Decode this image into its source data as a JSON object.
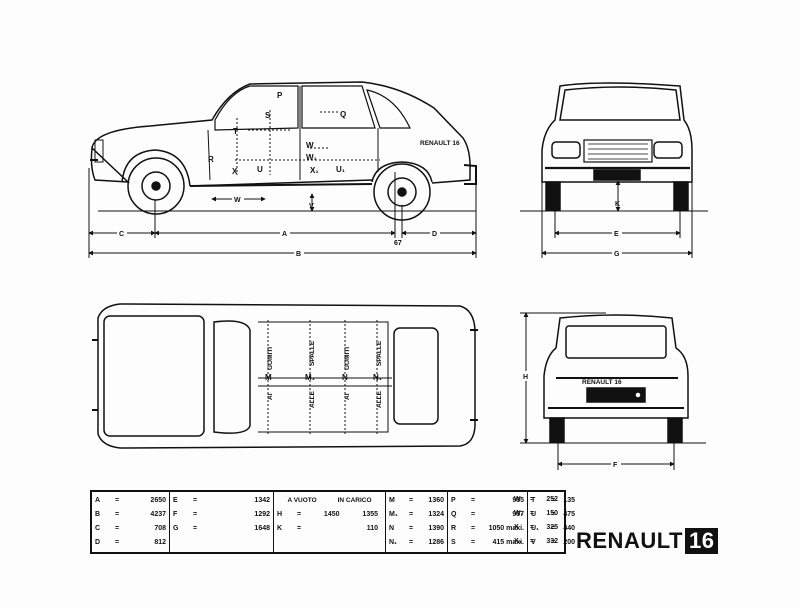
{
  "views": {
    "side": {
      "badge": "RENAULT 16",
      "points": [
        "P",
        "S",
        "Q",
        "T",
        "W",
        "W₁",
        "R",
        "X",
        "U",
        "X₁",
        "U₁"
      ],
      "dims": {
        "C": "C",
        "A": "A",
        "D": "D",
        "B": "B",
        "W": "W",
        "V": "V",
        "Z": "67"
      }
    },
    "front": {
      "dims": {
        "K": "K",
        "E": "E",
        "G": "G"
      }
    },
    "top": {
      "vertical_labels": [
        "AI",
        "GOMITI",
        "ALLE",
        "SPALLE",
        "AI",
        "GOMITI",
        "ALLE",
        "SPALLE"
      ],
      "points": [
        "M",
        "M₁",
        "N",
        "N₁"
      ]
    },
    "rear": {
      "badge": "RENAULT 16",
      "dims": {
        "H": "H",
        "F": "F"
      }
    }
  },
  "spec_table": {
    "col1": [
      {
        "k": "A",
        "v": "2650"
      },
      {
        "k": "B",
        "v": "4237"
      },
      {
        "k": "C",
        "v": "708"
      },
      {
        "k": "D",
        "v": "812"
      }
    ],
    "col2": [
      {
        "k": "E",
        "v": "1342"
      },
      {
        "k": "F",
        "v": "1292"
      },
      {
        "k": "G",
        "v": "1648"
      }
    ],
    "header_vuoto": "A VUOTO",
    "header_carico": "IN CARICO",
    "col3": [
      {
        "k": "H",
        "vuoto": "1450",
        "carico": "1355"
      },
      {
        "k": "K",
        "vuoto": "",
        "carico": "110"
      }
    ],
    "col4": [
      {
        "k": "M",
        "v": "1360"
      },
      {
        "k": "M₁",
        "v": "1324"
      },
      {
        "k": "N",
        "v": "1390"
      },
      {
        "k": "N₁",
        "v": "1286"
      }
    ],
    "col5": [
      {
        "k": "P",
        "v": "955"
      },
      {
        "k": "Q",
        "v": "957"
      },
      {
        "k": "R",
        "v": "1050 maxi."
      },
      {
        "k": "S",
        "v": "415 maxi."
      }
    ],
    "col6": [
      {
        "k": "T",
        "v": "135"
      },
      {
        "k": "U",
        "v": "475"
      },
      {
        "k": "U₁",
        "v": "440"
      },
      {
        "k": "V",
        "v": "200"
      }
    ],
    "col7": [
      {
        "k": "W",
        "v": "252"
      },
      {
        "k": "W₁",
        "v": "150"
      },
      {
        "k": "X",
        "v": "325"
      },
      {
        "k": "X₁",
        "v": "332"
      }
    ]
  },
  "brand": {
    "name": "RENAULT",
    "model": "16"
  }
}
